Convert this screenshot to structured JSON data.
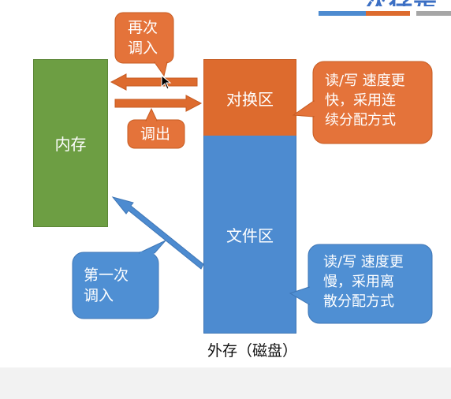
{
  "title": {
    "partial_heading": "次存是"
  },
  "diagram": {
    "memory_label": "内存",
    "swap_area_label": "对换区",
    "file_area_label": "文件区",
    "disk_label": "外存（磁盘）",
    "swap_in_again_label": "再次\n调入",
    "swap_out_label": "调出",
    "first_load_label": "第一次\n调入",
    "swap_note": "读/写 速度更\n快，采用连\n续分配方式",
    "file_note": "读/写 速度更\n慢，采用离\n散分配方式"
  },
  "colors": {
    "memory": "#6d9e43",
    "swap_area": "#dd6b2e",
    "file_area": "#4d8bd0",
    "orange_callout": "#e4733a",
    "blue_callout": "#4f8fd3",
    "title": "#3b6fc4"
  }
}
